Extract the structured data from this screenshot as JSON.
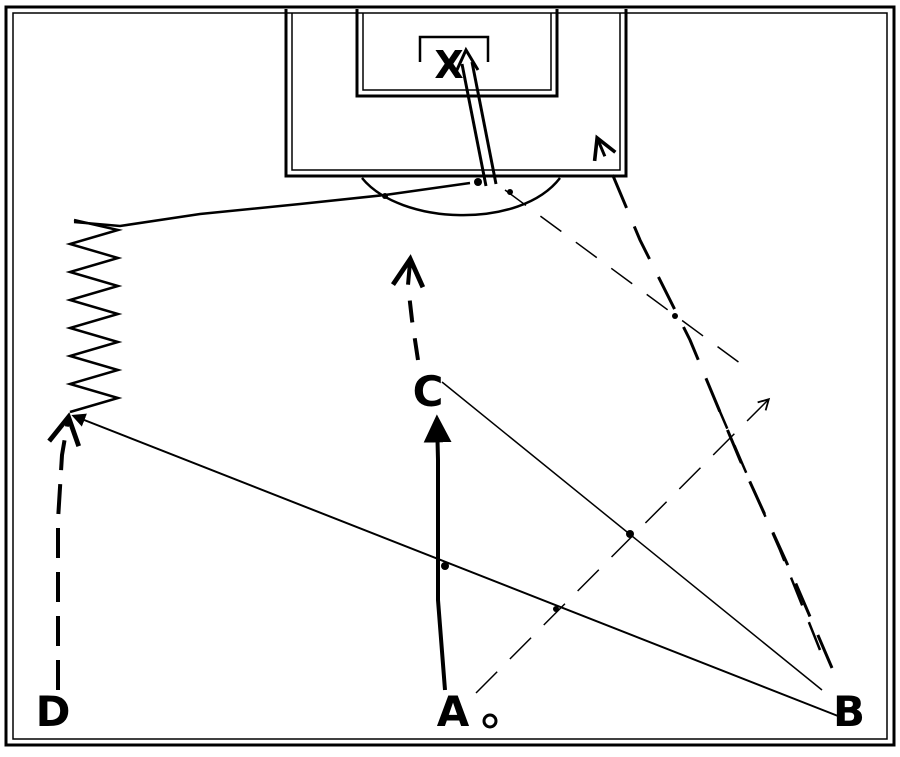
{
  "labels": {
    "a": "A",
    "b": "B",
    "c": "C",
    "d": "D",
    "x": "X"
  },
  "colors": {
    "ink": "#000000",
    "background": "#ffffff"
  }
}
